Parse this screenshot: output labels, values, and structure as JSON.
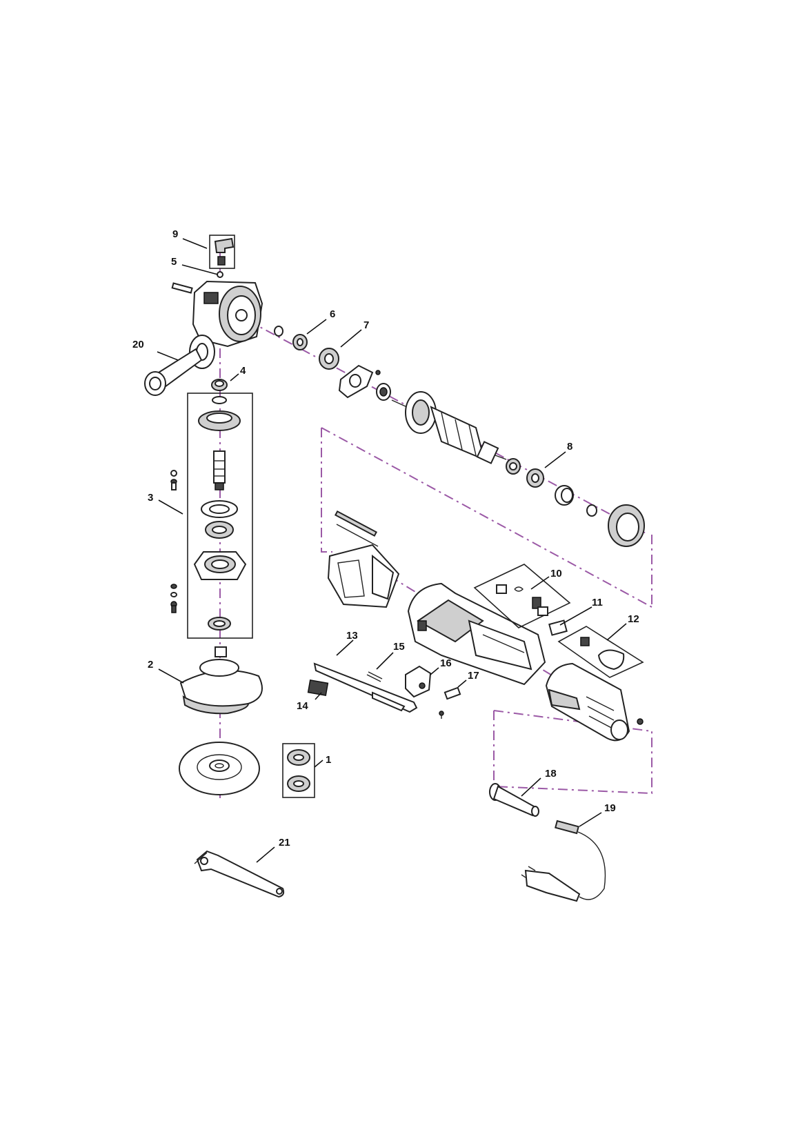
{
  "callouts": {
    "c1": "1",
    "c2": "2",
    "c3": "3",
    "c4": "4",
    "c5": "5",
    "c6": "6",
    "c7": "7",
    "c8": "8",
    "c9": "9",
    "c10": "10",
    "c11": "11",
    "c12": "12",
    "c13": "13",
    "c14": "14",
    "c15": "15",
    "c16": "16",
    "c17": "17",
    "c18": "18",
    "c19": "19",
    "c20": "20",
    "c21": "21"
  },
  "colors": {
    "axis": "#9b59a6",
    "line": "#222222"
  }
}
